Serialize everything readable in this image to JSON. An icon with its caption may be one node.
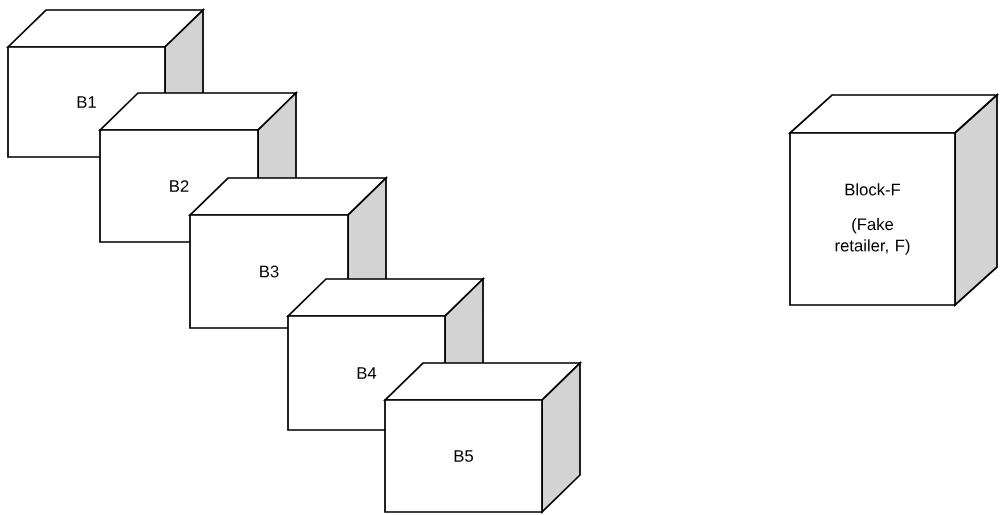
{
  "diagram": {
    "nodes": [
      {
        "text": [
          "B1"
        ]
      },
      {
        "text": [
          "B2"
        ]
      },
      {
        "text": [
          "B3"
        ]
      },
      {
        "text": [
          "B4"
        ]
      },
      {
        "text": [
          "B5"
        ]
      },
      {
        "text": [
          "Block-F",
          "(Fake retailer, F)"
        ]
      }
    ]
  }
}
